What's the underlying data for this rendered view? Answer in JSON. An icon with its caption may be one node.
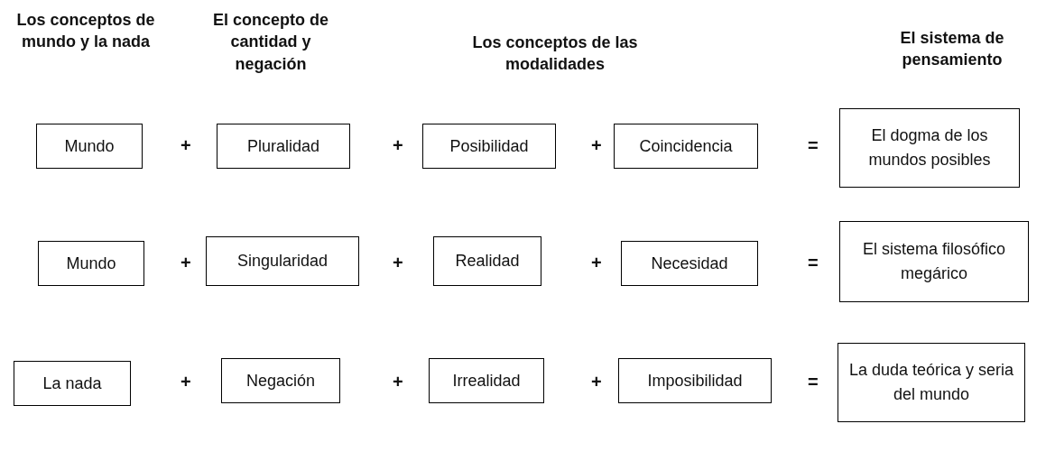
{
  "diagram": {
    "nodes": [
      {
        "text": [
          "Mundo"
        ]
      },
      {
        "text": [
          "Pluralidad"
        ]
      },
      {
        "text": [
          "Posibilidad"
        ]
      },
      {
        "text": [
          "Coincidencia"
        ]
      },
      {
        "text": [
          "El dogma de los mundos posibles"
        ]
      },
      {
        "text": [
          "Mundo"
        ]
      },
      {
        "text": [
          "Singularidad"
        ]
      },
      {
        "text": [
          "Realidad"
        ]
      },
      {
        "text": [
          "Necesidad"
        ]
      },
      {
        "text": [
          "El sistema filosófico megárico"
        ]
      },
      {
        "text": [
          "La nada"
        ]
      },
      {
        "text": [
          "Negación"
        ]
      },
      {
        "text": [
          "Irrealidad"
        ]
      },
      {
        "text": [
          "Imposibilidad"
        ]
      },
      {
        "text": [
          "La duda teórica y seria del mundo"
        ]
      }
    ],
    "edges": [],
    "labels": [
      "Los conceptos de mundo y la nada",
      "El concepto de cantidad y negación",
      "Los conceptos de las modalidades",
      "El sistema de pensamiento",
      "+",
      "+",
      "+",
      "=",
      "+",
      "+",
      "+",
      "=",
      "+",
      "+",
      "+",
      "="
    ]
  }
}
